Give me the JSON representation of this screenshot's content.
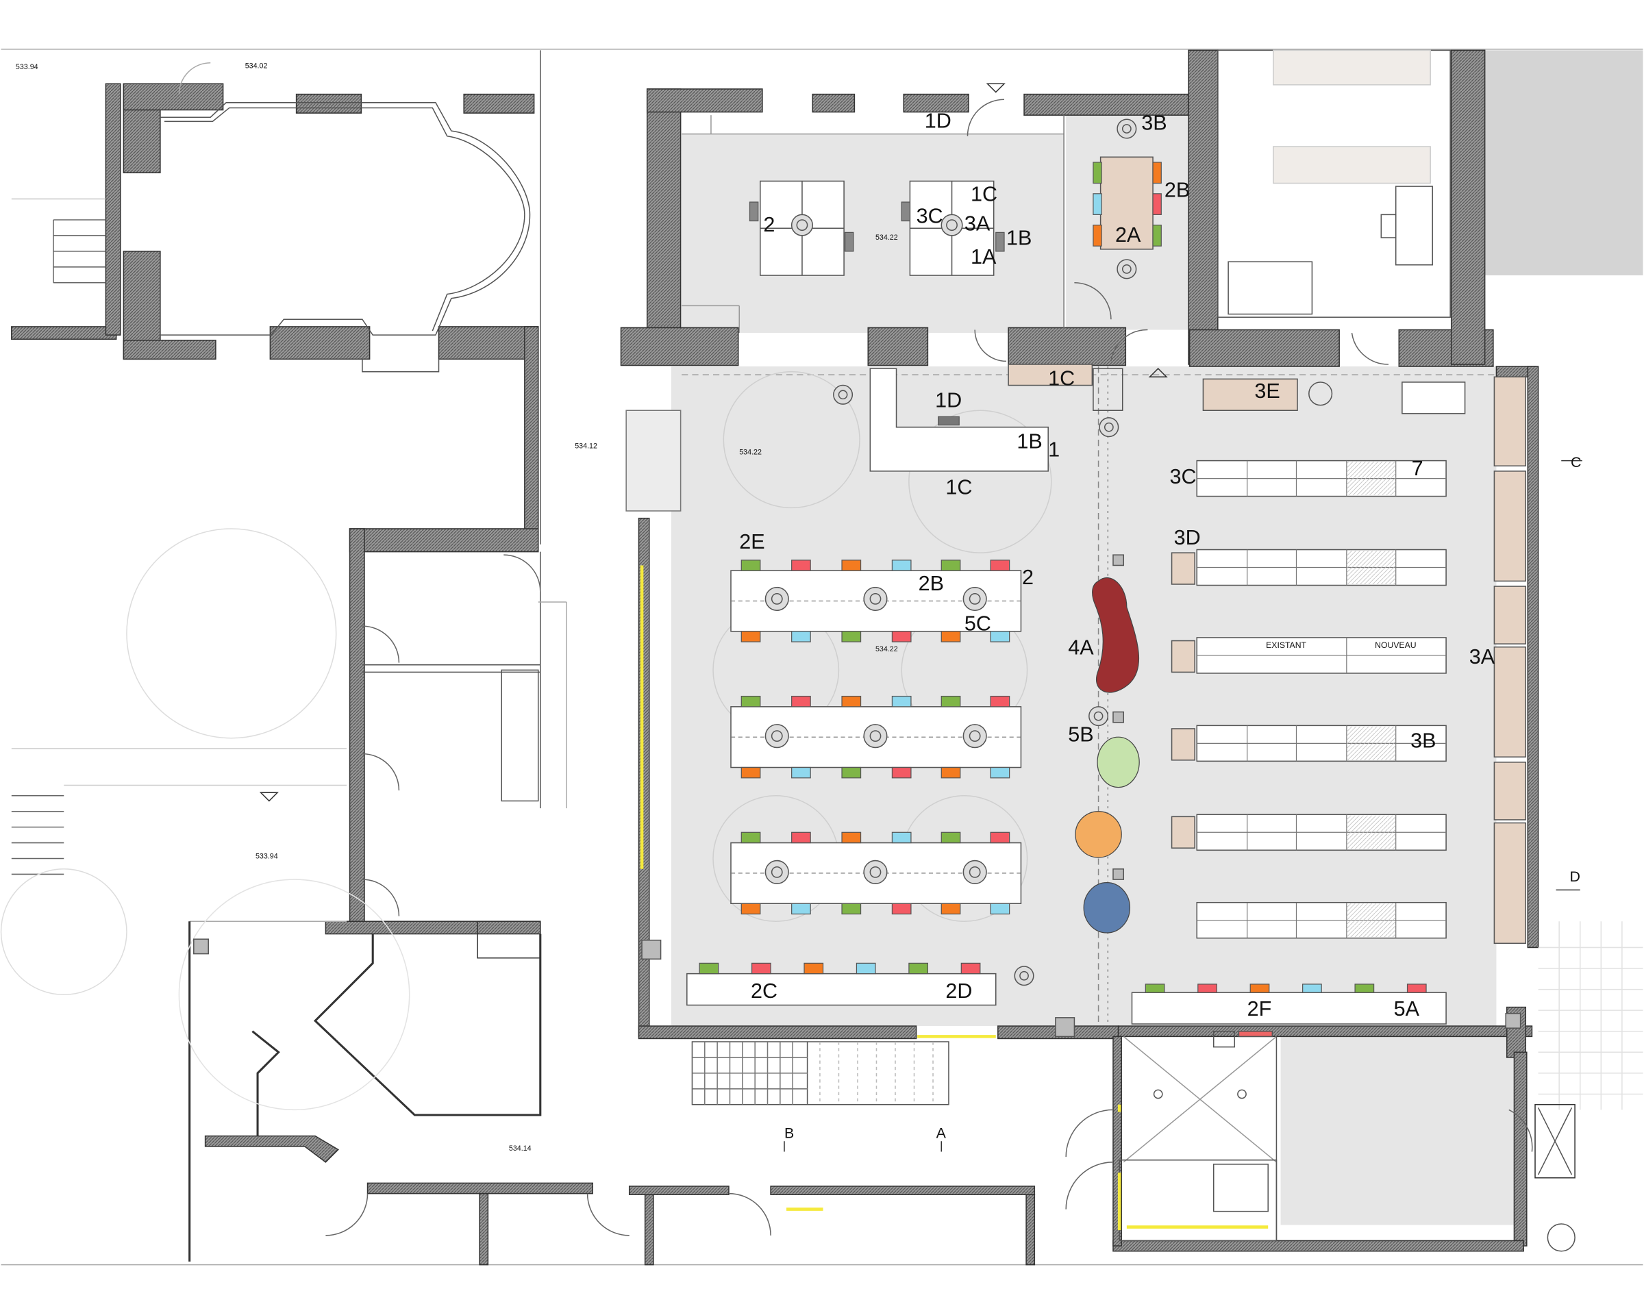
{
  "labels": {
    "l_1D_top": "1D",
    "l_3B_top": "3B",
    "l_1C_top": "1C",
    "l_2B_top": "2B",
    "l_2_desk": "2",
    "l_3C_desk": "3C",
    "l_3A_desk": "3A",
    "l_1B_desk": "1B",
    "l_1A_desk": "1A",
    "l_2A": "2A",
    "l_1C_band": "1C",
    "l_3E": "3E",
    "l_1D_rec": "1D",
    "l_1B_rec": "1B",
    "l_1_rec": "1",
    "l_1C_rec": "1C",
    "l_3C_shelf": "3C",
    "l_7": "7",
    "l_3D": "3D",
    "l_2E": "2E",
    "l_2B_tables": "2B",
    "l_2_tables": "2",
    "l_5C": "5C",
    "l_4A": "4A",
    "l_3A_right": "3A",
    "l_5B": "5B",
    "l_3B_shelf": "3B",
    "l_2C": "2C",
    "l_2D": "2D",
    "l_2F": "2F",
    "l_5A": "5A",
    "l_C": "C",
    "l_D": "D",
    "l_B": "B",
    "l_A": "A",
    "shelf_existant": "EXISTANT",
    "shelf_nouveau": "NOUVEAU"
  },
  "elevations": {
    "e1": "533.94",
    "e2": "534.02",
    "e3": "534.22",
    "e4": "534.12",
    "e5": "534.22",
    "e6": "534.22",
    "e7": "533.94",
    "e8": "534.14"
  },
  "colors": {
    "floor": "#e6e6e6",
    "wall_hatch": "#8a8a8a",
    "line": "#333333",
    "furniture": "#ffffff",
    "wood": "#e6d3c4",
    "green": "#7fb547",
    "red": "#f35a64",
    "orange": "#f47b20",
    "blue": "#8fd8ee",
    "blob_red": "#9c2f31",
    "blob_green": "#c6e3ac",
    "blob_orange": "#f3ac60",
    "blob_blue": "#5d7fae",
    "yellow": "#f5ea3c"
  }
}
